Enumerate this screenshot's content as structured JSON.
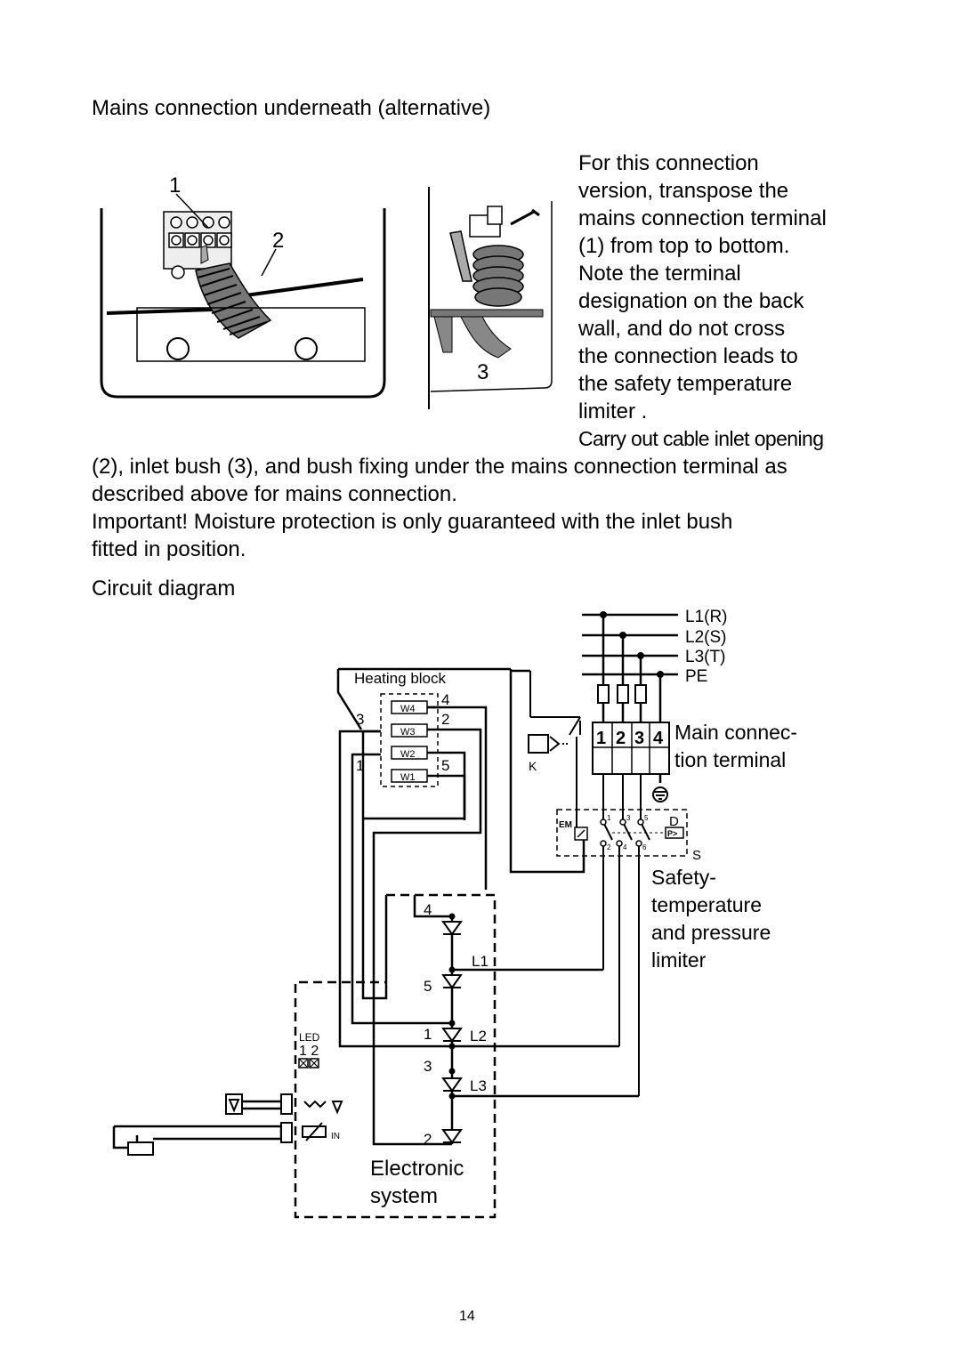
{
  "heading": "Mains connection underneath (alternative)",
  "side_text": [
    "For this connection",
    "version, transpose the",
    "mains connection terminal",
    "(1) from top to bottom.",
    "Note the terminal",
    "designation on the back",
    "wall, and do not cross",
    "the connection leads to",
    "the safety temperature",
    "limiter ."
  ],
  "side_text_last": "Carry out cable inlet opening",
  "body_lines": [
    "(2), inlet bush (3), and bush fixing under the mains connection terminal as",
    "described above for mains connection.",
    "Important! Moisture protection is only guaranteed with the inlet bush",
    "fitted in position."
  ],
  "circuit_heading": "Circuit diagram",
  "fig1": {
    "callout_1": "1",
    "callout_2": "2",
    "callout_3": "3"
  },
  "circuit": {
    "phases": [
      "L1(R)",
      "L2(S)",
      "L3(T)",
      "PE"
    ],
    "heating_block": "Heating block",
    "heater_elements": [
      "W4",
      "W3",
      "W2",
      "W1"
    ],
    "block_pins": {
      "p4": "4",
      "p3": "3",
      "p2": "2",
      "p1": "1",
      "p5": "5"
    },
    "k_label": "K",
    "terminal_numbers": [
      "1",
      "2",
      "3",
      "4"
    ],
    "main_terminal": [
      "Main connec-",
      "tion terminal"
    ],
    "limiter_marks": {
      "em": "EM",
      "d": "D",
      "s": "S",
      "p": "P>",
      "c1": "1",
      "c3": "3",
      "c5": "5",
      "c2": "2",
      "c4": "4",
      "c6": "6"
    },
    "safety_label": [
      "Safety-",
      "temperature",
      "and pressure",
      "limiter"
    ],
    "electronic_label": [
      "Electronic",
      "system"
    ],
    "triac_labels": {
      "t4": "4",
      "t5": "5",
      "t1": "1",
      "t3": "3",
      "t2": "2",
      "l1": "L1",
      "l2": "L2",
      "l3": "L3"
    },
    "led_label": "LED",
    "led_numbers": "1 2",
    "in_label": "IN"
  },
  "page_number": "14"
}
